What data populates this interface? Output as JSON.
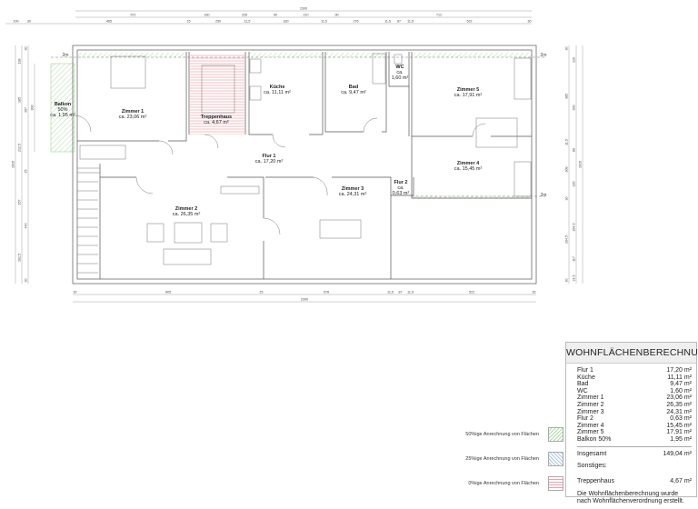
{
  "rooms": [
    {
      "key": "balkon",
      "name": "Balkon",
      "line2": "50%",
      "area": "ca. 1,95 m²"
    },
    {
      "key": "zimmer1",
      "name": "Zimmer 1",
      "area": "ca. 23,06 m²"
    },
    {
      "key": "treppenhaus",
      "name": "Treppenhaus",
      "area": "ca. 4,67 m²"
    },
    {
      "key": "kueche",
      "name": "Küche",
      "area": "ca. 11,11 m²"
    },
    {
      "key": "bad",
      "name": "Bad",
      "area": "ca. 9,47 m²"
    },
    {
      "key": "wc",
      "name": "WC",
      "line2": "ca.",
      "area": "1,60 m²"
    },
    {
      "key": "zimmer5",
      "name": "Zimmer 5",
      "area": "ca. 17,91 m²"
    },
    {
      "key": "flur1",
      "name": "Flur 1",
      "area": "ca. 17,20 m²"
    },
    {
      "key": "zimmer4",
      "name": "Zimmer 4",
      "area": "ca. 15,45 m²"
    },
    {
      "key": "zimmer3",
      "name": "Zimmer 3",
      "area": "ca. 24,31 m²"
    },
    {
      "key": "flur2",
      "name": "Flur 2",
      "line2": "ca.",
      "area": "0,63 m²"
    },
    {
      "key": "zimmer2",
      "name": "Zimmer 2",
      "area": "ca. 26,35 m²"
    }
  ],
  "height_marker": "2m",
  "dimensions": {
    "top_total": "2300",
    "top_row2": [
      "572",
      "160",
      "226",
      "90",
      "210",
      "90",
      "712"
    ],
    "top_row3": [
      "100",
      "30",
      "465",
      "15",
      "250",
      "11,5",
      "330",
      "11,5",
      "276",
      "11,5",
      "87",
      "11,5",
      "522",
      "30"
    ],
    "bottom_row1": [
      "30",
      "805",
      "25",
      "578",
      "11,5",
      "87",
      "11,5",
      "522",
      "30"
    ],
    "bottom_total": "2300",
    "left_outer": "1015",
    "left_mid": [
      "138",
      "185",
      "212,5",
      "157",
      "162,5"
    ],
    "left_inner": [
      "30",
      "497",
      "25",
      "440",
      "30"
    ],
    "left_balkon": "300",
    "right_inner": [
      "30",
      "385",
      "11,5",
      "308",
      "30",
      "264,5",
      "30"
    ],
    "right_mid": [
      "126",
      "300",
      "80",
      "320",
      "264,5",
      "117",
      "31,5"
    ],
    "right_outer": "1015"
  },
  "calculation": {
    "title": "WOHNFLÄCHENBERECHNUNG",
    "rows": [
      {
        "label": "Flur 1",
        "value": "17,20 m²"
      },
      {
        "label": "Küche",
        "value": "11,11 m²"
      },
      {
        "label": "Bad",
        "value": "9,47 m²"
      },
      {
        "label": "WC",
        "value": "1,60 m²"
      },
      {
        "label": "Zimmer 1",
        "value": "23,06 m²"
      },
      {
        "label": "Zimmer 2",
        "value": "26,35 m²"
      },
      {
        "label": "Zimmer 3",
        "value": "24,31 m²"
      },
      {
        "label": "Flur 2",
        "value": "0,63 m²"
      },
      {
        "label": "Zimmer 4",
        "value": "15,45 m²"
      },
      {
        "label": "Zimmer 5",
        "value": "17,91 m²"
      },
      {
        "label": "Balkon 50%",
        "value": "1,95 m²"
      }
    ],
    "total_label": "Insgesamt",
    "total_value": "149,04 m²",
    "other_label": "Sonstiges:",
    "other_rows": [
      {
        "label": "Treppenhaus",
        "value": "4,67 m²"
      }
    ],
    "note": "Die Wohnflächenberechnung wurde nach Wohnflächenverordnung erstellt."
  },
  "legend": [
    {
      "label": "50%ige Anrechnung von Flächen",
      "color": "#8fce7f",
      "pattern": "diag-right"
    },
    {
      "label": "25%ige Anrechnung von Flächen",
      "color": "#8fb0e0",
      "pattern": "diag-left"
    },
    {
      "label": "0%ige Anrechnung von Flächen",
      "color": "#f0a0a8",
      "pattern": "horizontal"
    }
  ]
}
